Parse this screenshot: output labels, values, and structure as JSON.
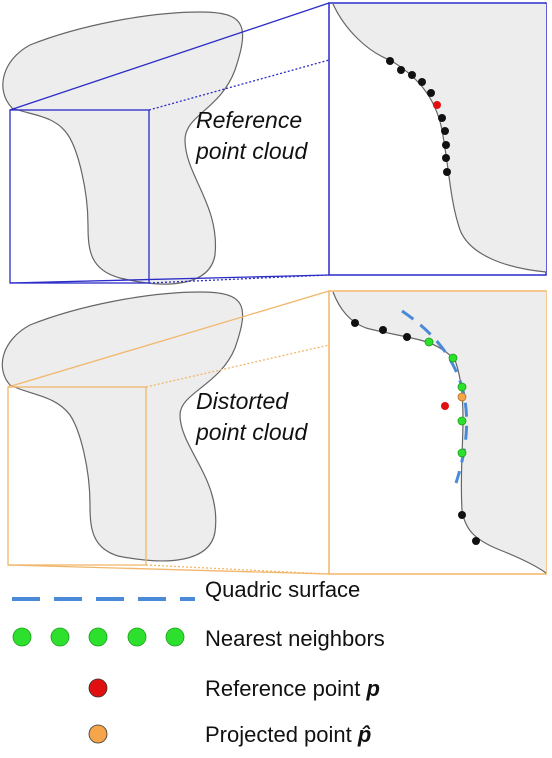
{
  "panels": {
    "reference": {
      "label_line1": "Reference",
      "label_line2": "point cloud",
      "color": "#2b2bc8",
      "highlight_point_color": "#e01010"
    },
    "distorted": {
      "label_line1": "Distorted",
      "label_line2": "point cloud",
      "color": "#f2b66a"
    }
  },
  "colors": {
    "shape_fill": "#ededed",
    "shape_stroke": "#666666",
    "cloud_point": "#111111",
    "quadric_surface": "#4a8ad8",
    "nearest_neighbor": "#2ee02e",
    "reference_point": "#e01010",
    "projected_point": "#f5a54a"
  },
  "legend": {
    "quadric_surface": "Quadric surface",
    "nearest_neighbors": "Nearest neighbors",
    "reference_point_text": "Reference point ",
    "reference_point_symbol": "p",
    "projected_point_text": "Projected  point ",
    "projected_point_symbol": "p̂"
  }
}
